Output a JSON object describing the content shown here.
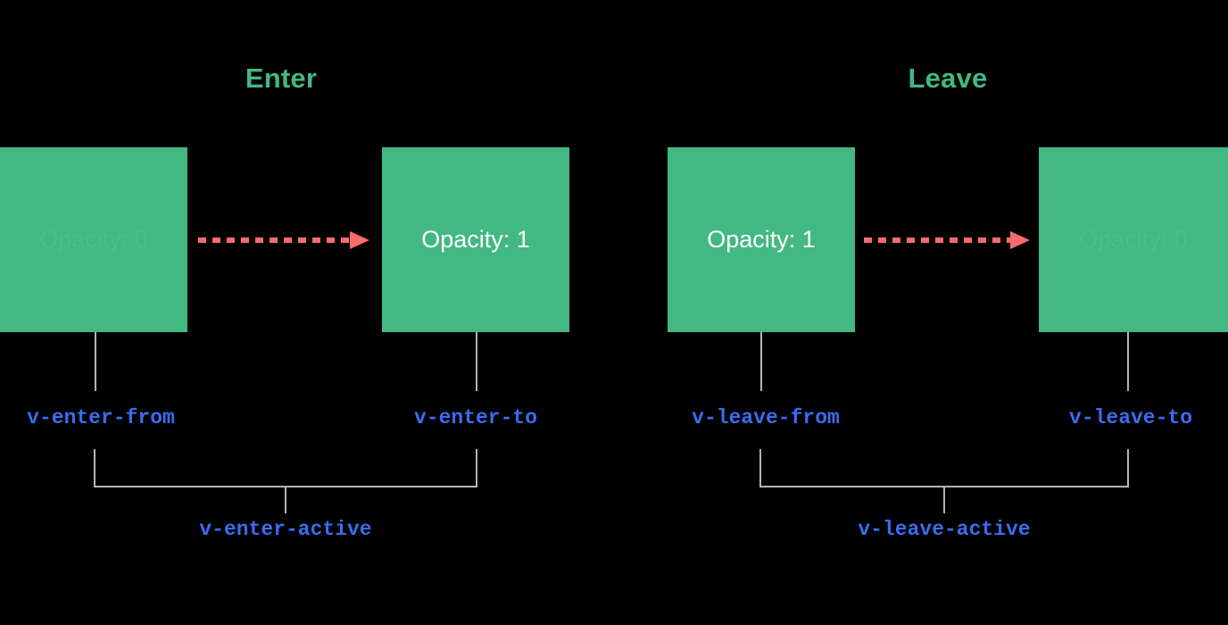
{
  "colors": {
    "background": "#000000",
    "box_green": "#42b883",
    "title_green": "#42b883",
    "arrow_red": "#ff6b6b",
    "label_blue": "#3b6cf0",
    "connector_gray": "#b5b5b5",
    "box_text_white": "#ffffff"
  },
  "diagram": {
    "type": "transition-lifecycle",
    "sections": [
      {
        "id": "enter",
        "title": "Enter",
        "from": {
          "box_text": "Opacity: 0",
          "opacity_value": 0,
          "faded": true,
          "class_label": "v-enter-from"
        },
        "to": {
          "box_text": "Opacity: 1",
          "opacity_value": 1,
          "faded": false,
          "class_label": "v-enter-to"
        },
        "active_label": "v-enter-active",
        "arrow": "dashed-right-arrow"
      },
      {
        "id": "leave",
        "title": "Leave",
        "from": {
          "box_text": "Opacity: 1",
          "opacity_value": 1,
          "faded": false,
          "class_label": "v-leave-from"
        },
        "to": {
          "box_text": "Opacity: 0",
          "opacity_value": 0,
          "faded": true,
          "class_label": "v-leave-to"
        },
        "active_label": "v-leave-active",
        "arrow": "dashed-right-arrow"
      }
    ]
  }
}
